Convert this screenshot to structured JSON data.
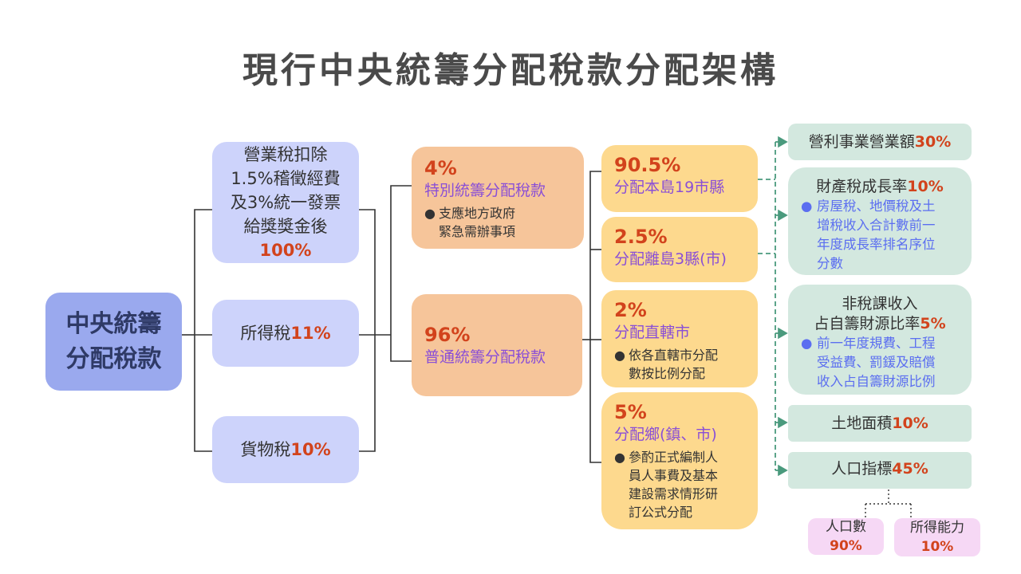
{
  "title": "現行中央統籌分配稅款分配架構",
  "root": {
    "line1": "中央統籌",
    "line2": "分配稅款"
  },
  "sources": [
    {
      "lines": [
        "營業稅扣除",
        "1.5%稽徵經費",
        "及3%統一發票",
        "給獎獎金後"
      ],
      "pct": "100%"
    },
    {
      "name": "所得稅",
      "pct": "11%"
    },
    {
      "name": "貨物稅",
      "pct": "10%"
    }
  ],
  "funds": [
    {
      "pct": "4%",
      "name": "特別統籌分配稅款",
      "bullet": [
        "支應地方政府",
        "緊急需辦事項"
      ]
    },
    {
      "pct": "96%",
      "name": "普通統籌分配稅款"
    }
  ],
  "allocations": [
    {
      "pct": "90.5%",
      "name": "分配本島19市縣"
    },
    {
      "pct": "2.5%",
      "name": "分配離島3縣(市)"
    },
    {
      "pct": "2%",
      "name": "分配直轄市",
      "bullet": [
        "依各直轄市分配",
        "數按比例分配"
      ]
    },
    {
      "pct": "5%",
      "name": "分配鄉(鎮、市)",
      "bullet": [
        "參酌正式編制人",
        "員人事費及基本",
        "建設需求情形研",
        "訂公式分配"
      ]
    }
  ],
  "criteria": [
    {
      "name": "營利事業營業額",
      "pct": "30%"
    },
    {
      "name": "財產稅成長率",
      "pct": "10%",
      "bullet": [
        "房屋稅、地價稅及土",
        "增稅收入合計數前一",
        "年度成長率排名序位",
        "分數"
      ]
    },
    {
      "name_line1": "非稅課收入",
      "name": "占自籌財源比率",
      "pct": "5%",
      "bullet": [
        "前一年度規費、工程",
        "受益費、罰鍰及賠償",
        "收入占自籌財源比例"
      ]
    },
    {
      "name": "土地面積",
      "pct": "10%"
    },
    {
      "name": "人口指標",
      "pct": "45%"
    }
  ],
  "population_sub": [
    {
      "name": "人口數",
      "pct": "90%"
    },
    {
      "name": "所得能力",
      "pct": "10%"
    }
  ],
  "colors": {
    "root": "#9aa9ee",
    "source": "#cdd3fb",
    "fund": "#f6c59a",
    "allocation": "#fdd98e",
    "criteria": "#d3e8df",
    "sub": "#f6d8f5",
    "percent": "#d2431c",
    "fund_name": "#8a4fd6",
    "bullet_blue": "#5b6ef0",
    "dashed_arrow": "#4a9a7d"
  }
}
